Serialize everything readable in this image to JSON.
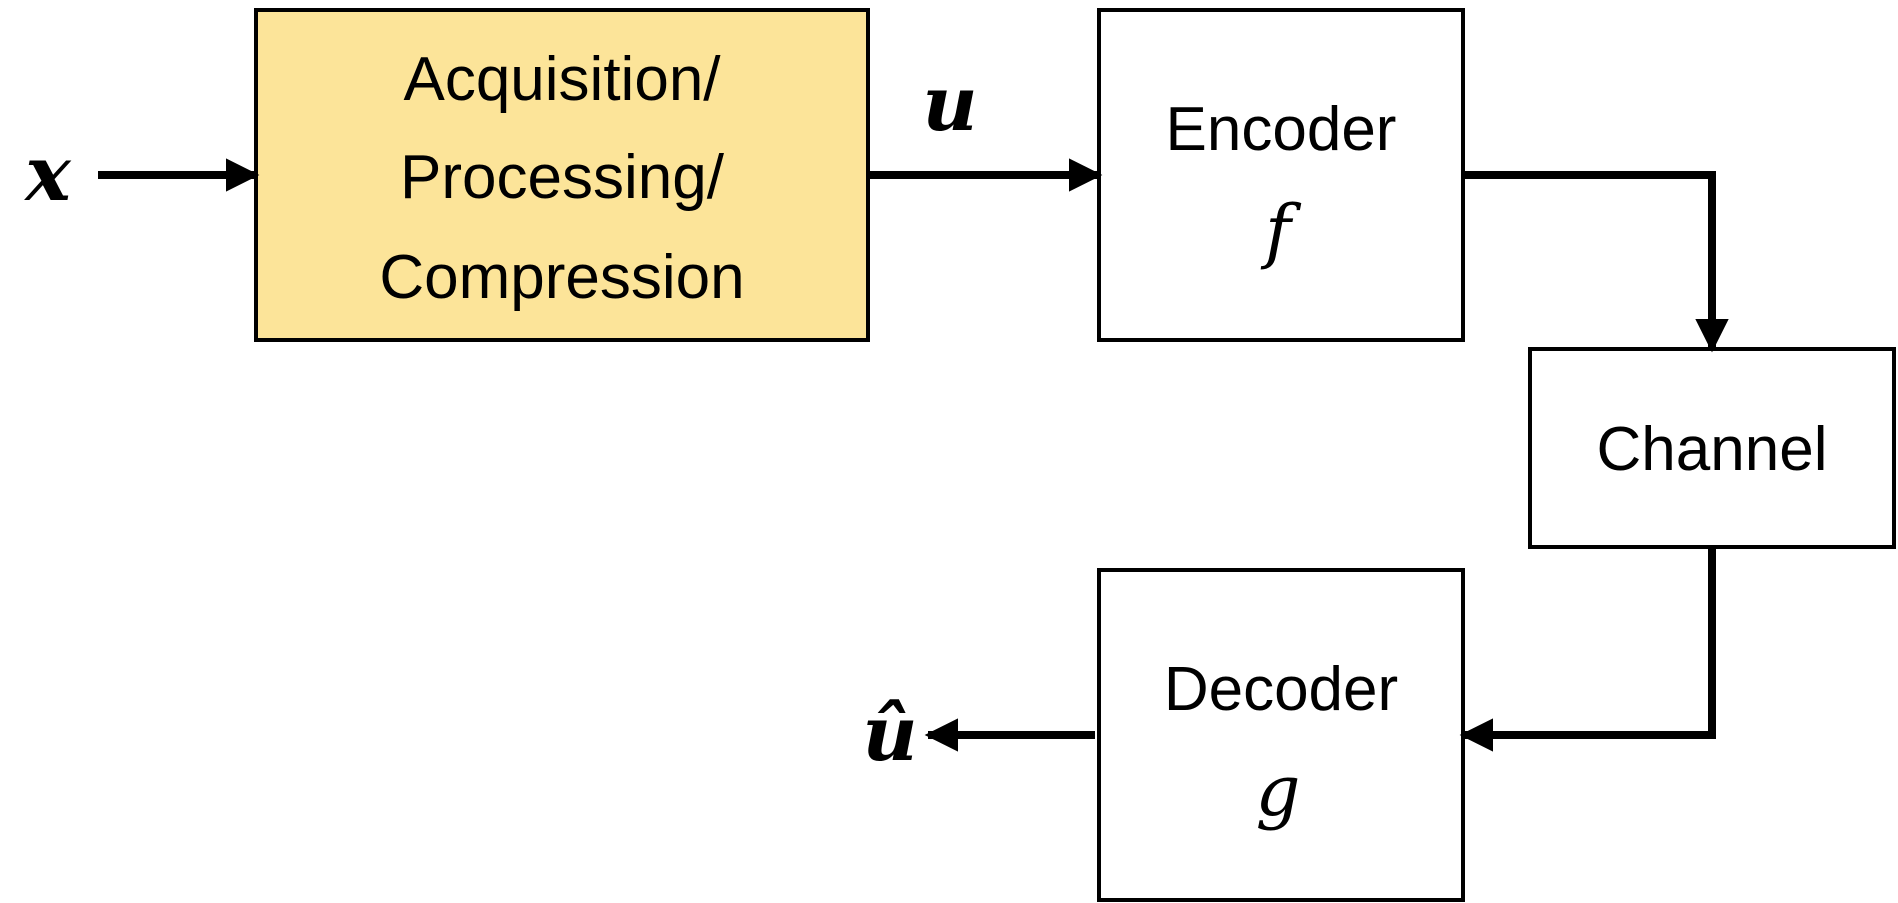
{
  "colors": {
    "acquisition_fill": "#FCE499",
    "stroke": "#000000",
    "box_fill": "#FFFFFF"
  },
  "blocks": {
    "acquisition": {
      "line1": "Acquisition/",
      "line2": "Processing/",
      "line3": "Compression"
    },
    "encoder": {
      "label": "Encoder",
      "symbol": "f"
    },
    "channel": {
      "label": "Channel"
    },
    "decoder": {
      "label": "Decoder",
      "symbol": "g"
    }
  },
  "signals": {
    "input": "x",
    "processed": "u",
    "estimate": "û"
  }
}
